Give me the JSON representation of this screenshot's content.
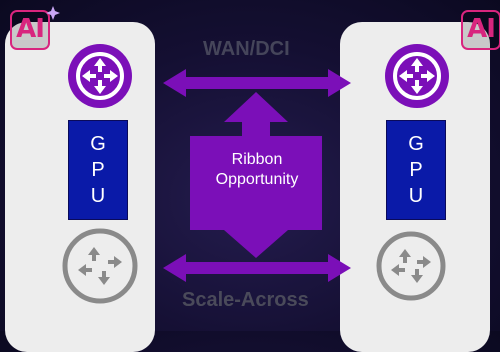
{
  "badges": {
    "left": "AI",
    "right": "AI"
  },
  "gpu_letters": [
    "G",
    "P",
    "U"
  ],
  "labels": {
    "wan": "WAN/DCI",
    "scale": "Scale-Across",
    "ribbon_line1": "Ribbon",
    "ribbon_line2": "Opportunity"
  },
  "colors": {
    "accent_purple": "#7b0fb8",
    "gpu_blue": "#0a1aa8",
    "router_gray": "#8a8a8a",
    "ai_badge": "#d8257e",
    "panel": "#ededed"
  }
}
